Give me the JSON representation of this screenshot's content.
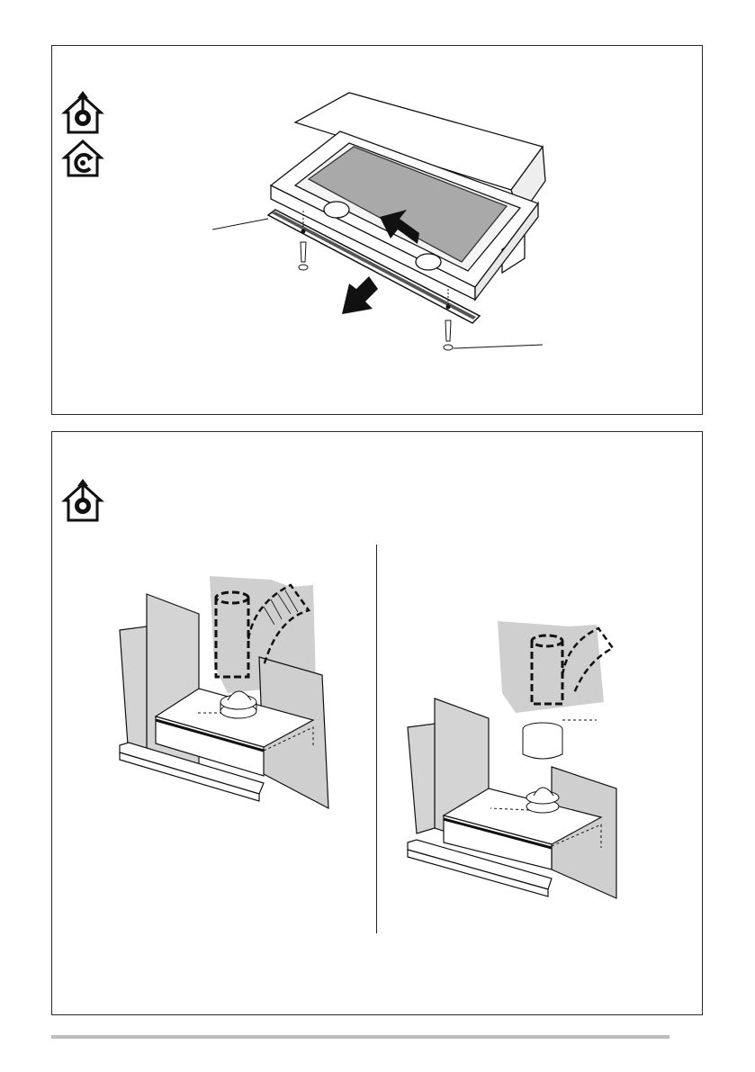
{
  "page": {
    "background": "#ffffff",
    "line_color": "#1a1a1a",
    "shade_color": "#cfcfcf",
    "filter_color": "#a9a9a9"
  },
  "figure_top": {
    "icons": [
      "exhaust-mode-house-icon",
      "recirculation-mode-house-icon"
    ],
    "callouts": [
      "front-trim-panel-callout",
      "screw-callout"
    ]
  },
  "figure_bottom": {
    "icons": [
      "exhaust-mode-house-icon"
    ],
    "variants": [
      "duct-without-adapter",
      "duct-with-reducer-adapter"
    ]
  }
}
